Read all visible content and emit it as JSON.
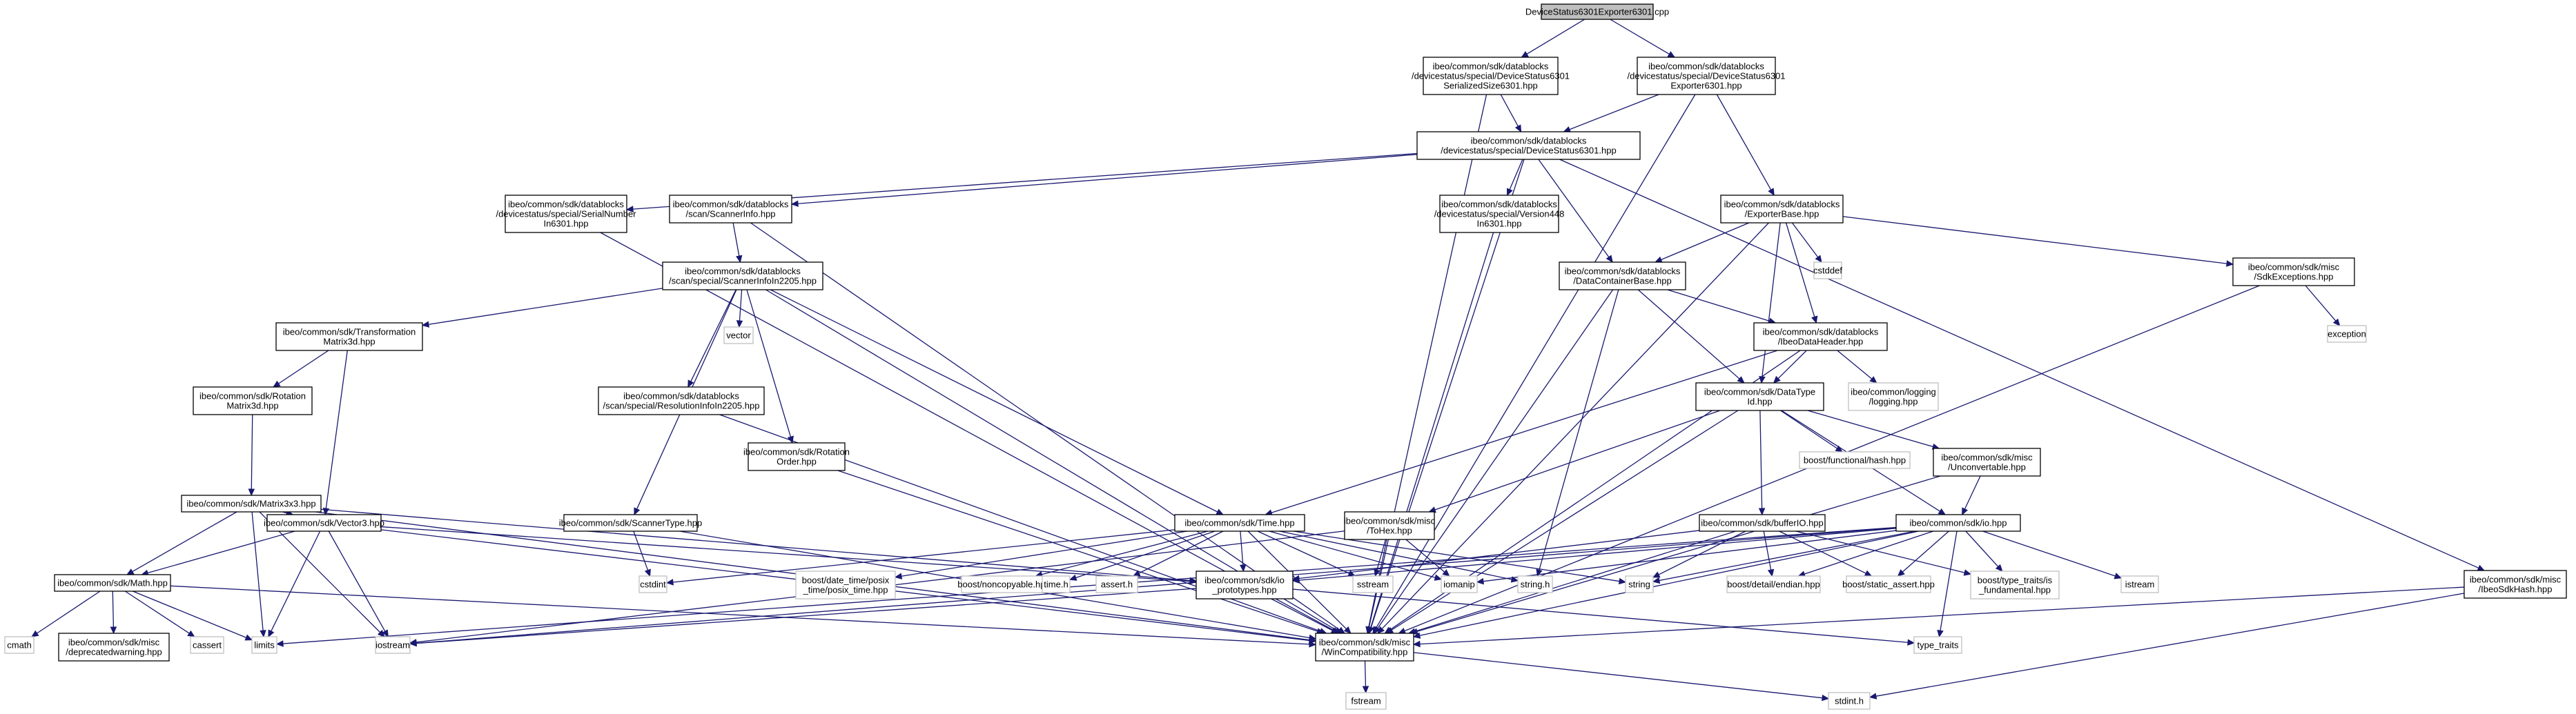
{
  "graph": {
    "title": "DeviceStatus6301Exporter6301.cpp",
    "nodes": [
      {
        "id": "n0",
        "lines": [
          "DeviceStatus6301Exporter6301.cpp"
        ],
        "kind": "root"
      },
      {
        "id": "n1",
        "lines": [
          "ibeo/common/sdk/datablocks",
          "/devicestatus/special/DeviceStatus6301",
          "SerializedSize6301.hpp"
        ],
        "kind": "file"
      },
      {
        "id": "n2",
        "lines": [
          "ibeo/common/sdk/datablocks",
          "/devicestatus/special/DeviceStatus6301",
          "Exporter6301.hpp"
        ],
        "kind": "file"
      },
      {
        "id": "n3",
        "lines": [
          "ibeo/common/sdk/datablocks",
          "/devicestatus/special/DeviceStatus6301.hpp"
        ],
        "kind": "file"
      },
      {
        "id": "n4",
        "lines": [
          "ibeo/common/sdk/datablocks",
          "/devicestatus/special/SerialNumber",
          "In6301.hpp"
        ],
        "kind": "file"
      },
      {
        "id": "n5",
        "lines": [
          "ibeo/common/sdk/datablocks",
          "/scan/ScannerInfo.hpp"
        ],
        "kind": "file"
      },
      {
        "id": "n6",
        "lines": [
          "ibeo/common/sdk/datablocks",
          "/devicestatus/special/Version448",
          "In6301.hpp"
        ],
        "kind": "file"
      },
      {
        "id": "n7",
        "lines": [
          "ibeo/common/sdk/datablocks",
          "/ExporterBase.hpp"
        ],
        "kind": "file"
      },
      {
        "id": "n8",
        "lines": [
          "ibeo/common/sdk/datablocks",
          "/scan/special/ScannerInfoIn2205.hpp"
        ],
        "kind": "file"
      },
      {
        "id": "n9",
        "lines": [
          "ibeo/common/sdk/datablocks",
          "/DataContainerBase.hpp"
        ],
        "kind": "file"
      },
      {
        "id": "n10",
        "lines": [
          "cstddef"
        ],
        "kind": "sys"
      },
      {
        "id": "n11",
        "lines": [
          "ibeo/common/sdk/misc",
          "/SdkExceptions.hpp"
        ],
        "kind": "file"
      },
      {
        "id": "n12",
        "lines": [
          "ibeo/common/sdk/Transformation",
          "Matrix3d.hpp"
        ],
        "kind": "file"
      },
      {
        "id": "n13",
        "lines": [
          "vector"
        ],
        "kind": "sys"
      },
      {
        "id": "n14",
        "lines": [
          "ibeo/common/sdk/datablocks",
          "/IbeoDataHeader.hpp"
        ],
        "kind": "file"
      },
      {
        "id": "n15",
        "lines": [
          "exception"
        ],
        "kind": "sys"
      },
      {
        "id": "n16",
        "lines": [
          "ibeo/common/sdk/Rotation",
          "Matrix3d.hpp"
        ],
        "kind": "file"
      },
      {
        "id": "n17",
        "lines": [
          "ibeo/common/sdk/datablocks",
          "/scan/special/ResolutionInfoIn2205.hpp"
        ],
        "kind": "file"
      },
      {
        "id": "n18",
        "lines": [
          "ibeo/common/sdk/DataType",
          "Id.hpp"
        ],
        "kind": "file"
      },
      {
        "id": "n19",
        "lines": [
          "ibeo/common/logging",
          "/logging.hpp"
        ],
        "kind": "sys"
      },
      {
        "id": "n20",
        "lines": [
          "ibeo/common/sdk/Rotation",
          "Order.hpp"
        ],
        "kind": "file"
      },
      {
        "id": "n21",
        "lines": [
          "ibeo/common/sdk/Matrix3x3.hpp"
        ],
        "kind": "file"
      },
      {
        "id": "n22",
        "lines": [
          "boost/functional/hash.hpp"
        ],
        "kind": "sys"
      },
      {
        "id": "n23",
        "lines": [
          "ibeo/common/sdk/misc",
          "/Unconvertable.hpp"
        ],
        "kind": "file"
      },
      {
        "id": "n24",
        "lines": [
          "ibeo/common/sdk/misc",
          "/ToHex.hpp"
        ],
        "kind": "file"
      },
      {
        "id": "n25",
        "lines": [
          "ibeo/common/sdk/ScannerType.hpp"
        ],
        "kind": "file"
      },
      {
        "id": "n26",
        "lines": [
          "ibeo/common/sdk/Time.hpp"
        ],
        "kind": "file"
      },
      {
        "id": "n27",
        "lines": [
          "ibeo/common/sdk/Vector3.hpp"
        ],
        "kind": "file"
      },
      {
        "id": "n28",
        "lines": [
          "ibeo/common/sdk/bufferIO.hpp"
        ],
        "kind": "file"
      },
      {
        "id": "n29",
        "lines": [
          "ibeo/common/sdk/io.hpp"
        ],
        "kind": "file"
      },
      {
        "id": "n30",
        "lines": [
          "ibeo/common/sdk/misc",
          "/IbeoSdkHash.hpp"
        ],
        "kind": "file"
      },
      {
        "id": "n31",
        "lines": [
          "ibeo/common/sdk/Math.hpp"
        ],
        "kind": "file"
      },
      {
        "id": "n32",
        "lines": [
          "cstdint"
        ],
        "kind": "sys"
      },
      {
        "id": "n33",
        "lines": [
          "boost/date_time/posix",
          "_time/posix_time.hpp"
        ],
        "kind": "sys"
      },
      {
        "id": "n34",
        "lines": [
          "boost/noncopyable.hpp"
        ],
        "kind": "sys"
      },
      {
        "id": "n35",
        "lines": [
          "time.h"
        ],
        "kind": "sys"
      },
      {
        "id": "n36",
        "lines": [
          "assert.h"
        ],
        "kind": "sys"
      },
      {
        "id": "n37",
        "lines": [
          "ibeo/common/sdk/io",
          "_prototypes.hpp"
        ],
        "kind": "file"
      },
      {
        "id": "n38",
        "lines": [
          "sstream"
        ],
        "kind": "sys"
      },
      {
        "id": "n39",
        "lines": [
          "iomanip"
        ],
        "kind": "sys"
      },
      {
        "id": "n40",
        "lines": [
          "string.h"
        ],
        "kind": "sys"
      },
      {
        "id": "n41",
        "lines": [
          "string"
        ],
        "kind": "sys"
      },
      {
        "id": "n42",
        "lines": [
          "boost/detail/endian.hpp"
        ],
        "kind": "sys"
      },
      {
        "id": "n43",
        "lines": [
          "boost/static_assert.hpp"
        ],
        "kind": "sys"
      },
      {
        "id": "n44",
        "lines": [
          "boost/type_traits/is",
          "_fundamental.hpp"
        ],
        "kind": "sys"
      },
      {
        "id": "n45",
        "lines": [
          "istream"
        ],
        "kind": "sys"
      },
      {
        "id": "n46",
        "lines": [
          "cmath"
        ],
        "kind": "sys"
      },
      {
        "id": "n47",
        "lines": [
          "ibeo/common/sdk/misc",
          "/deprecatedwarning.hpp"
        ],
        "kind": "file"
      },
      {
        "id": "n48",
        "lines": [
          "cassert"
        ],
        "kind": "sys"
      },
      {
        "id": "n49",
        "lines": [
          "limits"
        ],
        "kind": "sys"
      },
      {
        "id": "n50",
        "lines": [
          "iostream"
        ],
        "kind": "sys"
      },
      {
        "id": "n51",
        "lines": [
          "ibeo/common/sdk/misc",
          "/WinCompatibility.hpp"
        ],
        "kind": "file"
      },
      {
        "id": "n52",
        "lines": [
          "type_traits"
        ],
        "kind": "sys"
      },
      {
        "id": "n53",
        "lines": [
          "fstream"
        ],
        "kind": "sys"
      },
      {
        "id": "n54",
        "lines": [
          "stdint.h"
        ],
        "kind": "sys"
      }
    ],
    "edges": [
      [
        "n0",
        "n1"
      ],
      [
        "n0",
        "n2"
      ],
      [
        "n1",
        "n3"
      ],
      [
        "n1",
        "n51"
      ],
      [
        "n2",
        "n3"
      ],
      [
        "n2",
        "n7"
      ],
      [
        "n2",
        "n51"
      ],
      [
        "n3",
        "n4"
      ],
      [
        "n3",
        "n5"
      ],
      [
        "n3",
        "n6"
      ],
      [
        "n3",
        "n9"
      ],
      [
        "n3",
        "n30"
      ],
      [
        "n3",
        "n51"
      ],
      [
        "n4",
        "n51"
      ],
      [
        "n5",
        "n8"
      ],
      [
        "n5",
        "n51"
      ],
      [
        "n6",
        "n51"
      ],
      [
        "n7",
        "n9"
      ],
      [
        "n7",
        "n10"
      ],
      [
        "n7",
        "n11"
      ],
      [
        "n7",
        "n14"
      ],
      [
        "n7",
        "n18"
      ],
      [
        "n7",
        "n51"
      ],
      [
        "n8",
        "n12"
      ],
      [
        "n8",
        "n13"
      ],
      [
        "n8",
        "n17"
      ],
      [
        "n8",
        "n20"
      ],
      [
        "n8",
        "n25"
      ],
      [
        "n8",
        "n26"
      ],
      [
        "n8",
        "n51"
      ],
      [
        "n9",
        "n14"
      ],
      [
        "n9",
        "n18"
      ],
      [
        "n9",
        "n40"
      ],
      [
        "n9",
        "n51"
      ],
      [
        "n11",
        "n15"
      ],
      [
        "n11",
        "n51"
      ],
      [
        "n12",
        "n16"
      ],
      [
        "n12",
        "n27"
      ],
      [
        "n14",
        "n18"
      ],
      [
        "n14",
        "n19"
      ],
      [
        "n14",
        "n26"
      ],
      [
        "n14",
        "n51"
      ],
      [
        "n16",
        "n21"
      ],
      [
        "n17",
        "n51"
      ],
      [
        "n18",
        "n22"
      ],
      [
        "n18",
        "n23"
      ],
      [
        "n18",
        "n24"
      ],
      [
        "n18",
        "n28"
      ],
      [
        "n18",
        "n29"
      ],
      [
        "n18",
        "n51"
      ],
      [
        "n20",
        "n51"
      ],
      [
        "n21",
        "n27"
      ],
      [
        "n21",
        "n31"
      ],
      [
        "n21",
        "n37"
      ],
      [
        "n21",
        "n49"
      ],
      [
        "n21",
        "n50"
      ],
      [
        "n21",
        "n51"
      ],
      [
        "n23",
        "n29"
      ],
      [
        "n23",
        "n51"
      ],
      [
        "n24",
        "n38"
      ],
      [
        "n24",
        "n39"
      ],
      [
        "n24",
        "n50"
      ],
      [
        "n24",
        "n51"
      ],
      [
        "n25",
        "n32"
      ],
      [
        "n25",
        "n51"
      ],
      [
        "n26",
        "n32"
      ],
      [
        "n26",
        "n33"
      ],
      [
        "n26",
        "n34"
      ],
      [
        "n26",
        "n35"
      ],
      [
        "n26",
        "n36"
      ],
      [
        "n26",
        "n37"
      ],
      [
        "n26",
        "n38"
      ],
      [
        "n26",
        "n39"
      ],
      [
        "n26",
        "n40"
      ],
      [
        "n26",
        "n41"
      ],
      [
        "n26",
        "n51"
      ],
      [
        "n27",
        "n31"
      ],
      [
        "n27",
        "n37"
      ],
      [
        "n27",
        "n49"
      ],
      [
        "n27",
        "n50"
      ],
      [
        "n27",
        "n51"
      ],
      [
        "n28",
        "n37"
      ],
      [
        "n28",
        "n41"
      ],
      [
        "n28",
        "n42"
      ],
      [
        "n28",
        "n43"
      ],
      [
        "n28",
        "n44"
      ],
      [
        "n28",
        "n51"
      ],
      [
        "n29",
        "n37"
      ],
      [
        "n29",
        "n39"
      ],
      [
        "n29",
        "n41"
      ],
      [
        "n29",
        "n42"
      ],
      [
        "n29",
        "n43"
      ],
      [
        "n29",
        "n44"
      ],
      [
        "n29",
        "n45"
      ],
      [
        "n29",
        "n49"
      ],
      [
        "n29",
        "n50"
      ],
      [
        "n29",
        "n51"
      ],
      [
        "n29",
        "n52"
      ],
      [
        "n30",
        "n51"
      ],
      [
        "n30",
        "n54"
      ],
      [
        "n31",
        "n46"
      ],
      [
        "n31",
        "n47"
      ],
      [
        "n31",
        "n48"
      ],
      [
        "n31",
        "n49"
      ],
      [
        "n31",
        "n51"
      ],
      [
        "n37",
        "n50"
      ],
      [
        "n37",
        "n51"
      ],
      [
        "n37",
        "n52"
      ],
      [
        "n51",
        "n53"
      ],
      [
        "n51",
        "n54"
      ]
    ]
  }
}
